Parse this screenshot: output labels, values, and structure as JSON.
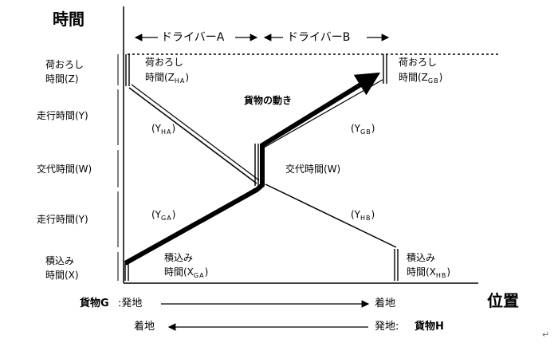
{
  "axis": {
    "y_title": "時間",
    "x_title": "位置"
  },
  "drivers": {
    "a": "ドライバーA",
    "b": "ドライバーB"
  },
  "left_labels": {
    "unload_line1": "荷おろし",
    "unload_line2": "時間(Z)",
    "travel_top": "走行時間(Y)",
    "exchange": "交代時間(W)",
    "travel_bottom": "走行時間(Y)",
    "load_line1": "積込み",
    "load_line2": "時間(X)"
  },
  "inner_labels": {
    "unload_a_line1": "荷おろし",
    "unload_a_main": "時間(Z",
    "unload_a_sub": "HA",
    "unload_a_close": ")",
    "unload_b_line1": "荷おろし",
    "unload_b_main": "時間(Z",
    "unload_b_sub": "GB",
    "unload_b_close": ")",
    "y_ha_main": "(Y",
    "y_ha_sub": "HA",
    "y_ha_close": ")",
    "y_gb_main": "(Y",
    "y_gb_sub": "GB",
    "y_gb_close": ")",
    "y_ga_main": "(Y",
    "y_ga_sub": "GA",
    "y_ga_close": ")",
    "y_hb_main": "(Y",
    "y_hb_sub": "HB",
    "y_hb_close": ")",
    "cargo_movement": "貨物の動き",
    "exchange_center": "交代時間(W)",
    "load_a_line1": "積込み",
    "load_a_main": "時間(X",
    "load_a_sub": "GA",
    "load_a_close": ")",
    "load_b_line1": "積込み",
    "load_b_main": "時間(X",
    "load_b_sub": "HB",
    "load_b_close": ")"
  },
  "legend": {
    "cargo_g": "貨物G",
    "cargo_g_from": ":発地",
    "cargo_g_to": "着地",
    "cargo_h_to": "着地",
    "cargo_h_from": "発地:",
    "cargo_h": "貨物H"
  },
  "return_mark": "↵"
}
